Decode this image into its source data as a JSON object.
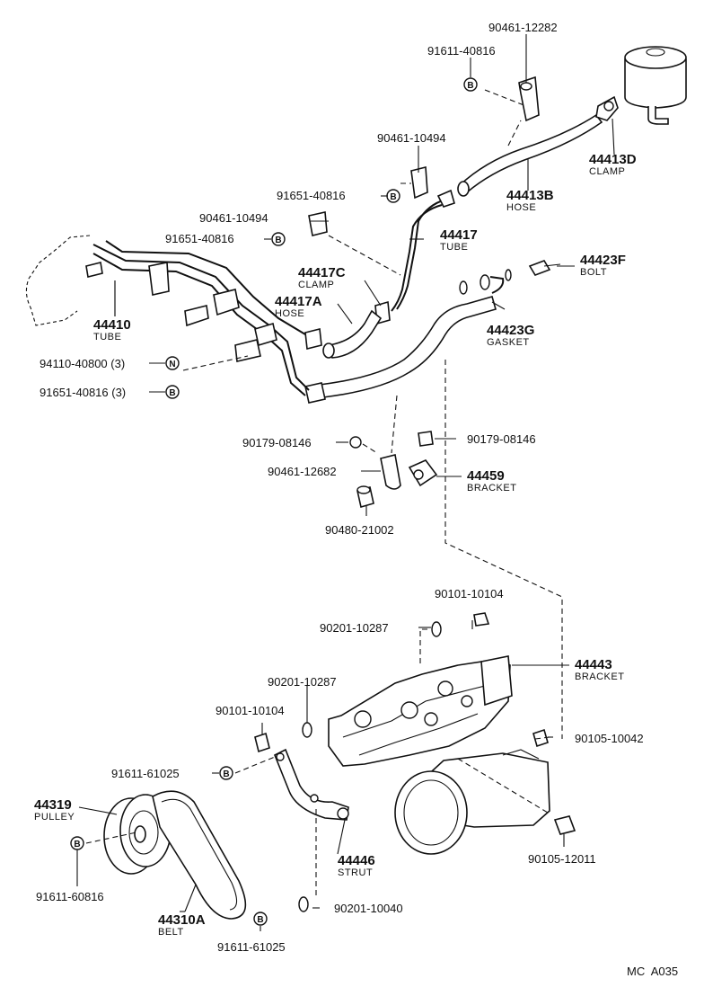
{
  "labels": {
    "p90461_12282": "90461-12282",
    "p91611_40816_top": "91611-40816",
    "p90461_10494_a": "90461-10494",
    "p91651_40816_a": "91651-40816",
    "p90461_10494_b": "90461-10494",
    "p91651_40816_b": "91651-40816",
    "c44413D": "44413D",
    "s44413D": "CLAMP",
    "c44413B": "44413B",
    "s44413B": "HOSE",
    "c44417": "44417",
    "s44417": "TUBE",
    "c44423F": "44423F",
    "s44423F": "BOLT",
    "c44417C": "44417C",
    "s44417C": "CLAMP",
    "c44417A": "44417A",
    "s44417A": "HOSE",
    "c44423G": "44423G",
    "s44423G": "GASKET",
    "c44410": "44410",
    "s44410": "TUBE",
    "p94110_40800": "94110-40800 (3)",
    "p91651_40816_3": "91651-40816 (3)",
    "p90179_08146_l": "90179-08146",
    "p90179_08146_r": "90179-08146",
    "p90461_12682": "90461-12682",
    "c44459": "44459",
    "s44459": "BRACKET",
    "p90480_21002": "90480-21002",
    "p90101_10104_top": "90101-10104",
    "p90201_10287_a": "90201-10287",
    "c44443": "44443",
    "s44443": "BRACKET",
    "p90201_10287_b": "90201-10287",
    "p90101_10104_l": "90101-10104",
    "p90105_10042": "90105-10042",
    "p91611_61025_a": "91611-61025",
    "c44319": "44319",
    "s44319": "PULLEY",
    "p91611_60816": "91611-60816",
    "c44446": "44446",
    "s44446": "STRUT",
    "p90105_12011": "90105-12011",
    "p90201_10040": "90201-10040",
    "c44310A": "44310A",
    "s44310A": "BELT",
    "p91611_61025_b": "91611-61025",
    "footer": "MC  A035"
  },
  "symbols": {
    "b": "B",
    "n": "N"
  }
}
